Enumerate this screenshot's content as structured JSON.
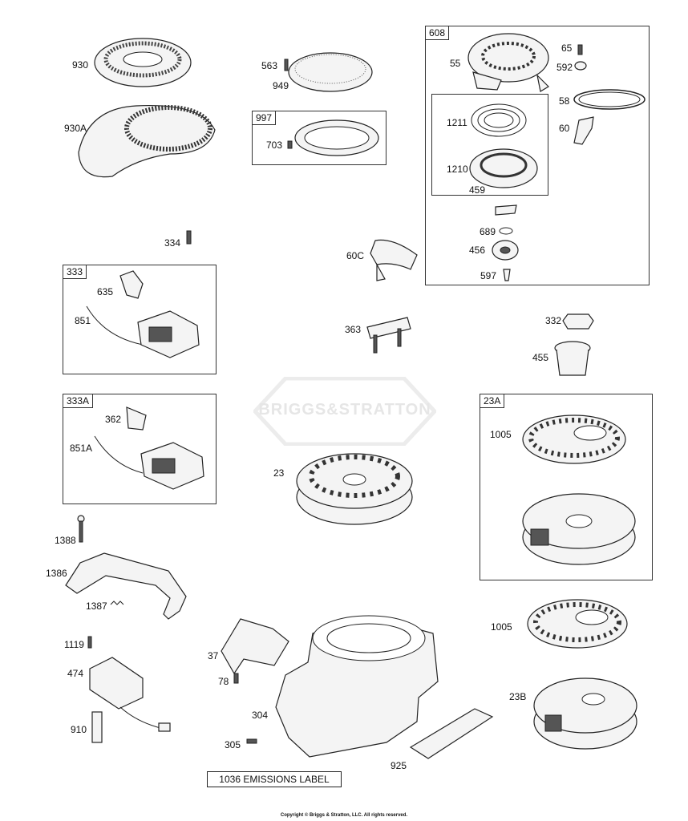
{
  "labels": {
    "p930": "930",
    "p930A": "930A",
    "p563": "563",
    "p949": "949",
    "p997": "997",
    "p703": "703",
    "p608": "608",
    "p55": "55",
    "p65": "65",
    "p592": "592",
    "p58": "58",
    "p60": "60",
    "p1211": "1211",
    "p1210": "1210",
    "p459": "459",
    "p689": "689",
    "p456": "456",
    "p597": "597",
    "p334": "334",
    "p60C": "60C",
    "p333": "333",
    "p635": "635",
    "p851": "851",
    "p363": "363",
    "p332": "332",
    "p455": "455",
    "p333A": "333A",
    "p362": "362",
    "p851A": "851A",
    "p23": "23",
    "p23A": "23A",
    "p1005a": "1005",
    "p1388": "1388",
    "p1386": "1386",
    "p1387": "1387",
    "p1119": "1119",
    "p474": "474",
    "p910": "910",
    "p37": "37",
    "p78": "78",
    "p304": "304",
    "p305": "305",
    "p925": "925",
    "p1005b": "1005",
    "p23B": "23B"
  },
  "emissions_label": "1036 EMISSIONS LABEL",
  "watermark": "BRIGGS&STRATTON",
  "copyright": "Copyright © Briggs & Stratton, LLC. All rights reserved."
}
